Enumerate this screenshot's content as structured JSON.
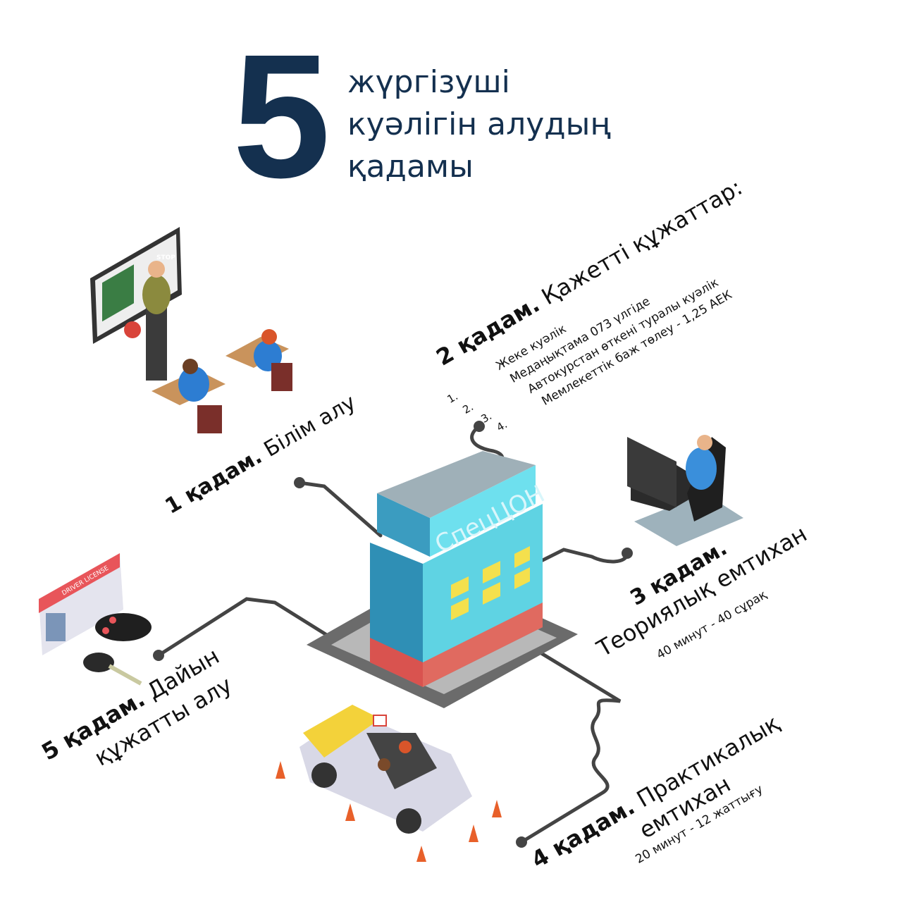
{
  "title": {
    "number": "5",
    "lines": [
      "жүргізуші",
      "куәлігін алудың",
      "қадамы"
    ]
  },
  "building_sign": "СпецЦОН",
  "illustrations": {
    "stop_sign": "STOP",
    "license_card": "DRIVER LICENSE"
  },
  "steps": [
    {
      "step": "1 қадам.",
      "text": "Білім алу"
    },
    {
      "step": "2 қадам.",
      "text": "Қажетті құжаттар:",
      "items": [
        "Жеке куәлік",
        "Медаңықтама 073 үлгіде",
        "Автокурстан өткені туралы куәлік",
        "Мемлекеттік баж төлеу - 1,25 АЕК"
      ],
      "numbers": [
        "1.",
        "2.",
        "3.",
        "4."
      ]
    },
    {
      "step": "3 қадам.",
      "text": "Теориялық емтихан",
      "detail": "40 минут - 40 сұрақ"
    },
    {
      "step": "4 қадам.",
      "text": "Практикалық",
      "text2": "емтихан",
      "detail": "20 минут - 12 жаттығу"
    },
    {
      "step": "5 қадам.",
      "text": "Дайын",
      "text2": "құжатты алу"
    }
  ],
  "colors": {
    "title": "#14304f",
    "connector": "#444444",
    "building": "#4fc3d6",
    "accent": "#e8554f"
  }
}
